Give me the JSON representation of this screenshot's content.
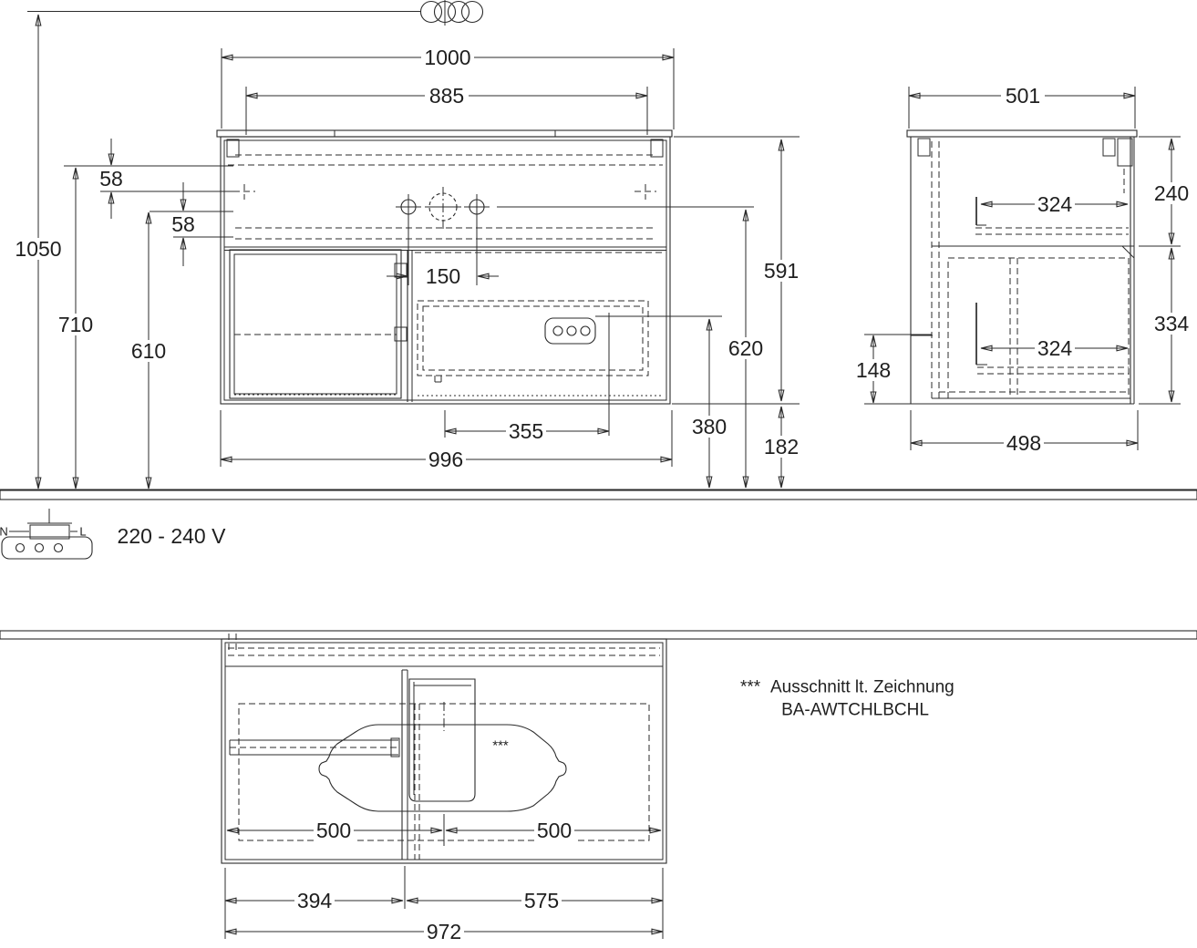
{
  "drawing": {
    "type": "furniture technical drawing",
    "views": [
      "front",
      "side",
      "plan"
    ],
    "units": "mm"
  },
  "dims": {
    "total_width": "1000",
    "inner_width": "885",
    "tap_spacing": "150",
    "gap_top": "58",
    "gap_front": "58",
    "mixer_height": "1050",
    "rim_height": "710",
    "apron_height": "610",
    "body_height": "591",
    "outlet_height": "620",
    "socket_height": "380",
    "clearance": "182",
    "body_width": "996",
    "trap_offset": "355",
    "depth_total": "501",
    "top_section": "240",
    "slide_upper": "324",
    "bottom_section": "334",
    "slide_lower": "324",
    "recess_height": "148",
    "body_depth": "498",
    "bowl_left": "500",
    "bowl_right": "500",
    "module_left": "394",
    "module_right": "575",
    "body_width_plan": "972"
  },
  "notes": {
    "power": "220 - 240 V",
    "terminal_n": "N",
    "terminal_l": "L",
    "marker": "***",
    "footnote_1": "Ausschnitt lt. Zeichnung",
    "footnote_2": "BA-AWTCHLBCHL",
    "basin_marker": "***"
  },
  "colors": {
    "line": "#2b2b2b",
    "text": "#1f1f1f",
    "background": "#ffffff"
  }
}
